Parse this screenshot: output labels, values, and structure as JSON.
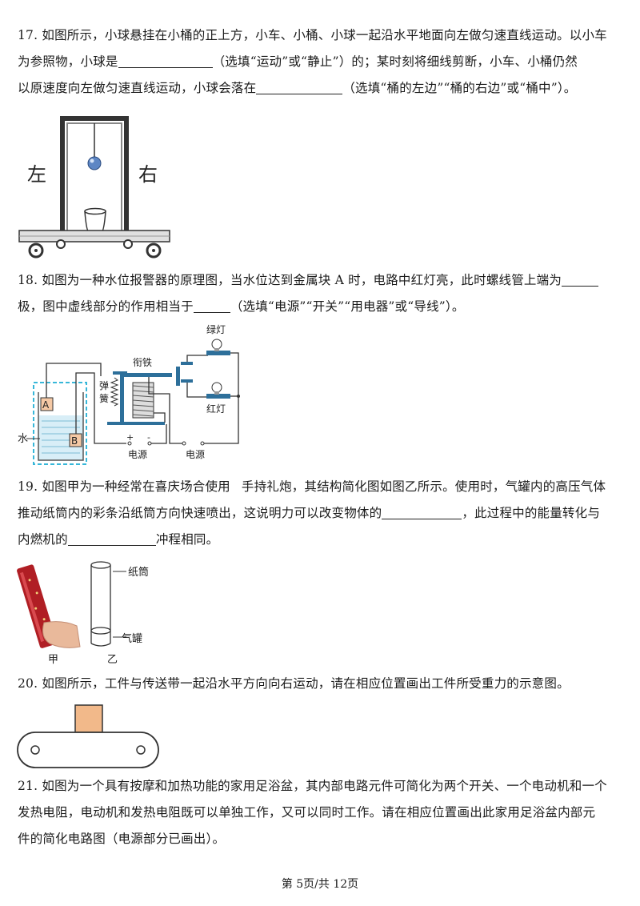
{
  "q17": {
    "line1": "17. 如图所示，小球悬挂在小桶的正上方，小车、小桶、小球一起沿水平地面向左做匀速直线运动。以小车",
    "line2a": "为参照物，小球是",
    "line2b": "（选填“运动”或“静止”）的；某时刻将细线剪断，小车、小桶仍然",
    "line3a": "以原速度向左做匀速直线运动，小球会落在",
    "line3b": "（选填“桶的左边”“桶的右边”或“桶中”）。",
    "fig": {
      "left_label": "左",
      "right_label": "右"
    }
  },
  "q18": {
    "line1a": "18. 如图为一种水位报警器的原理图，当水位达到金属块 A 时，电路中红灯亮，此时螺线管上端为",
    "line2a": "极，图中虚线部分的作用相当于",
    "line2b": "（选填“电源”“开关”“用电器”或“导线”）。",
    "fig": {
      "green_lamp": "绿灯",
      "armature": "衔铁",
      "spring_1": "弹",
      "spring_2": "簧",
      "red_lamp": "红灯",
      "block_a": "A",
      "block_b": "B",
      "water": "水",
      "plus": "+",
      "minus": "-",
      "power_1": "电源",
      "power_2": "电源"
    }
  },
  "q19": {
    "line1a": "19. 如图甲为一种经常在喜庆场合使用",
    "line1b": "手持礼炮，其结构简化图如图乙所示。使用时，气罐内的高压气体",
    "line2a": "推动纸筒内的彩条沿纸筒方向快速喷出，这说明力可以改变物体的",
    "line2b": "，此过程中的能量转化与",
    "line3a": "内燃机的",
    "line3b": "冲程相同。",
    "fig": {
      "paper_tube": "纸筒",
      "gas_tank": "气罐",
      "label_jia": "甲",
      "label_yi": "乙"
    }
  },
  "q20": {
    "line1": "20. 如图所示，工件与传送带一起沿水平方向向右运动，请在相应位置画出工件所受重力的示意图。"
  },
  "q21": {
    "line1": "21. 如图为一个具有按摩和加热功能的家用足浴盆，其内部电路元件可简化为两个开关、一个电动机和一个",
    "line2": "发热电阻，电动机和发热电阻既可以单独工作，又可以同时工作。请在相应位置画出此家用足浴盆内部元",
    "line3": "件的简化电路图（电源部分已画出）。"
  },
  "footer": {
    "page": "第 5页/共 12页"
  },
  "colors": {
    "ball": "#5d86c4",
    "tank_dash": "#37b7d9",
    "water": "#d8eef7",
    "block": "#f5c9a5",
    "workpiece": "#f2b98a",
    "iron": "#2d6f9a"
  }
}
